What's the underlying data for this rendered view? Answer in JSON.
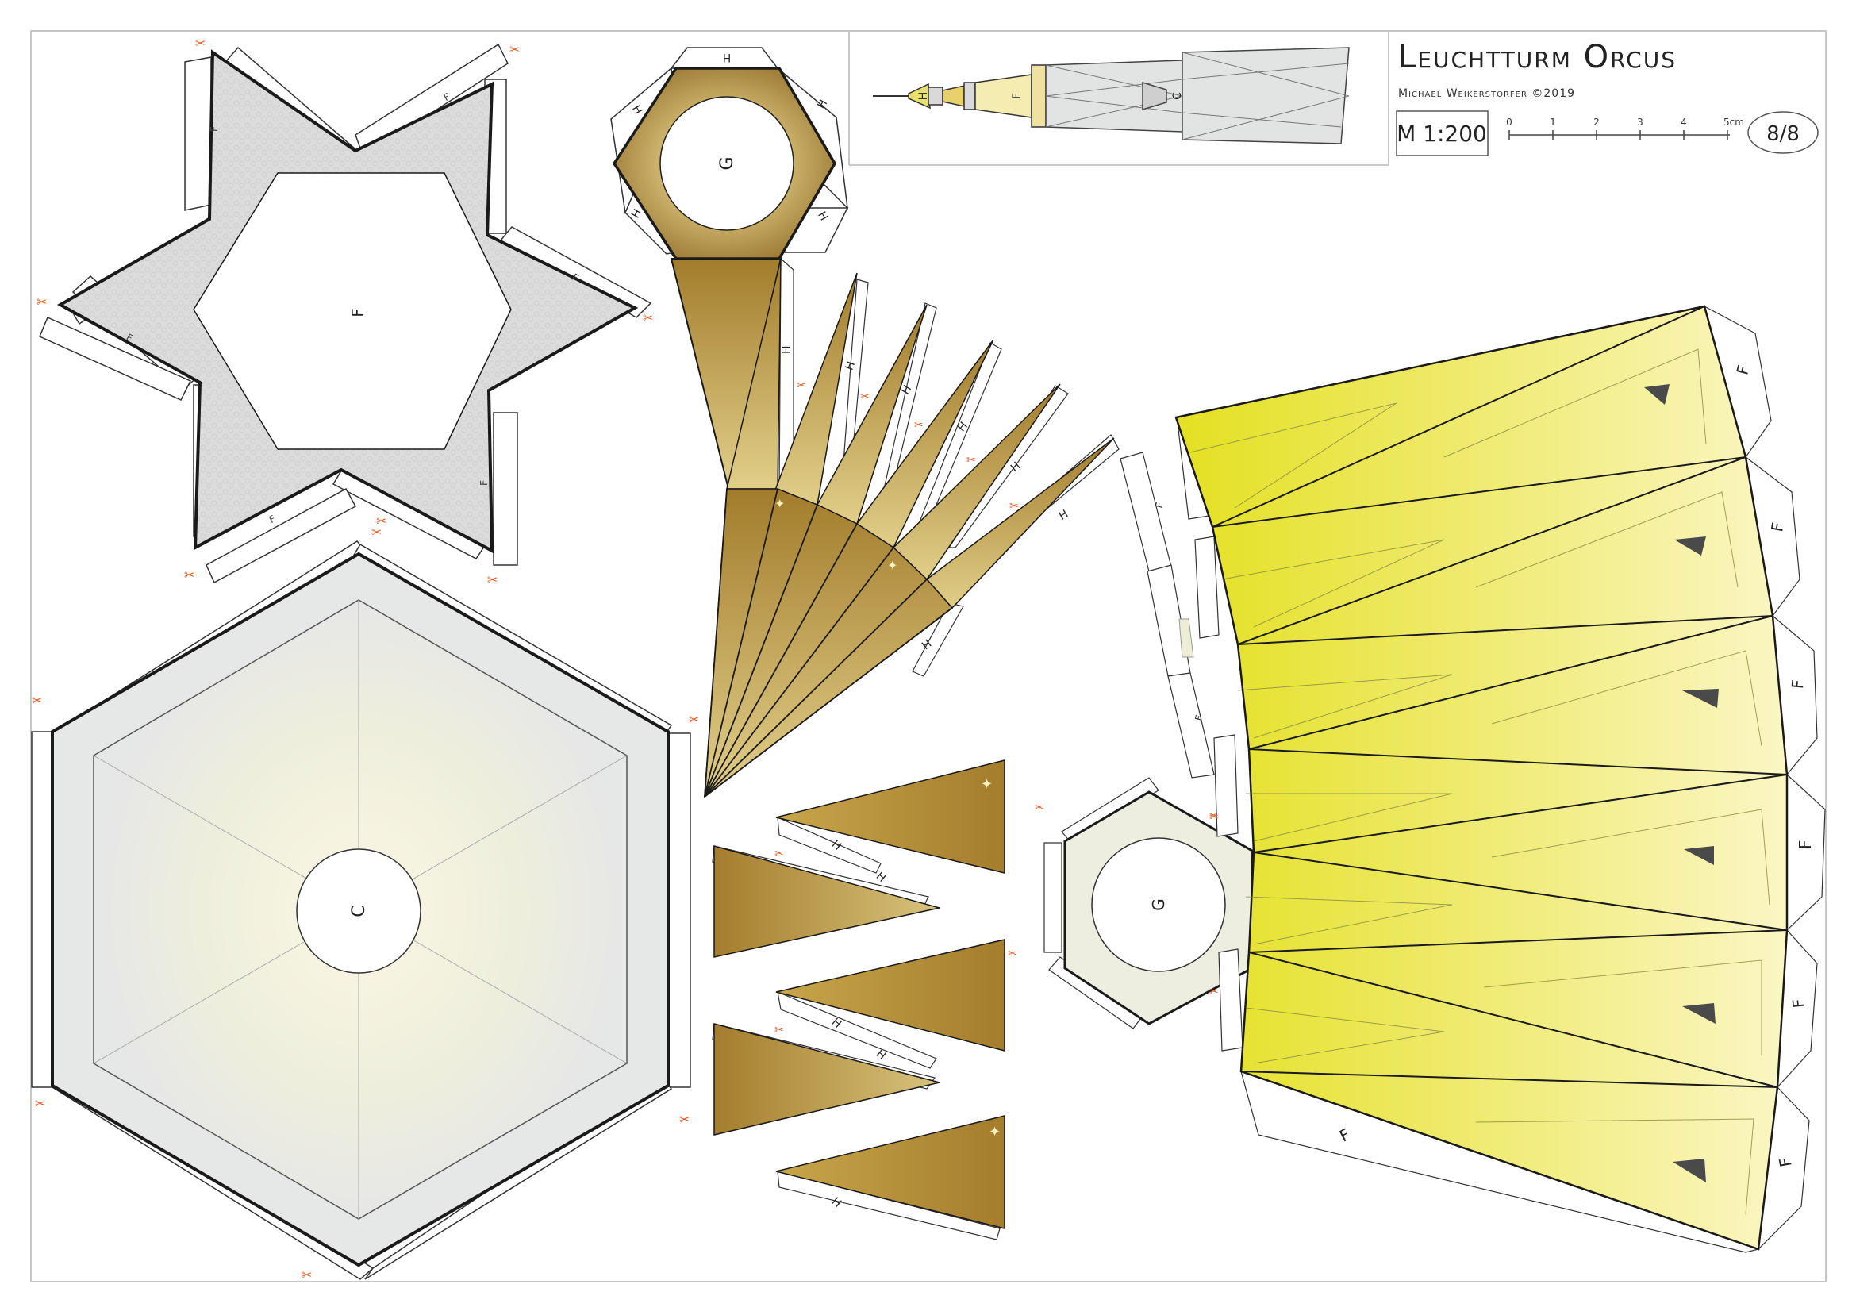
{
  "title_block": {
    "title": "Leuchtturm Orcus",
    "author": "Michael Weikerstorfer ©2019",
    "scale": "M 1:200",
    "ruler_ticks": [
      "0",
      "1",
      "2",
      "3",
      "4",
      "5cm"
    ],
    "page": "8/8"
  },
  "preview_labels": {
    "h": "H",
    "f": "F",
    "c": "C"
  },
  "part_labels": {
    "f": "F",
    "g": "G",
    "h": "H",
    "c": "C"
  },
  "colors": {
    "outline": "#1a1a1a",
    "gold_dark": "#a27c2c",
    "gold_light": "#e2cf8a",
    "yellow_bright": "#e4e021",
    "yellow_pale": "#fbf6c4",
    "grey_face": "#e6e7e7",
    "grey_star": "#d9d9d9",
    "cut_mark": "#e05a1e"
  },
  "icons": [
    "scissors-icon",
    "sparkle-icon",
    "window-icon"
  ]
}
